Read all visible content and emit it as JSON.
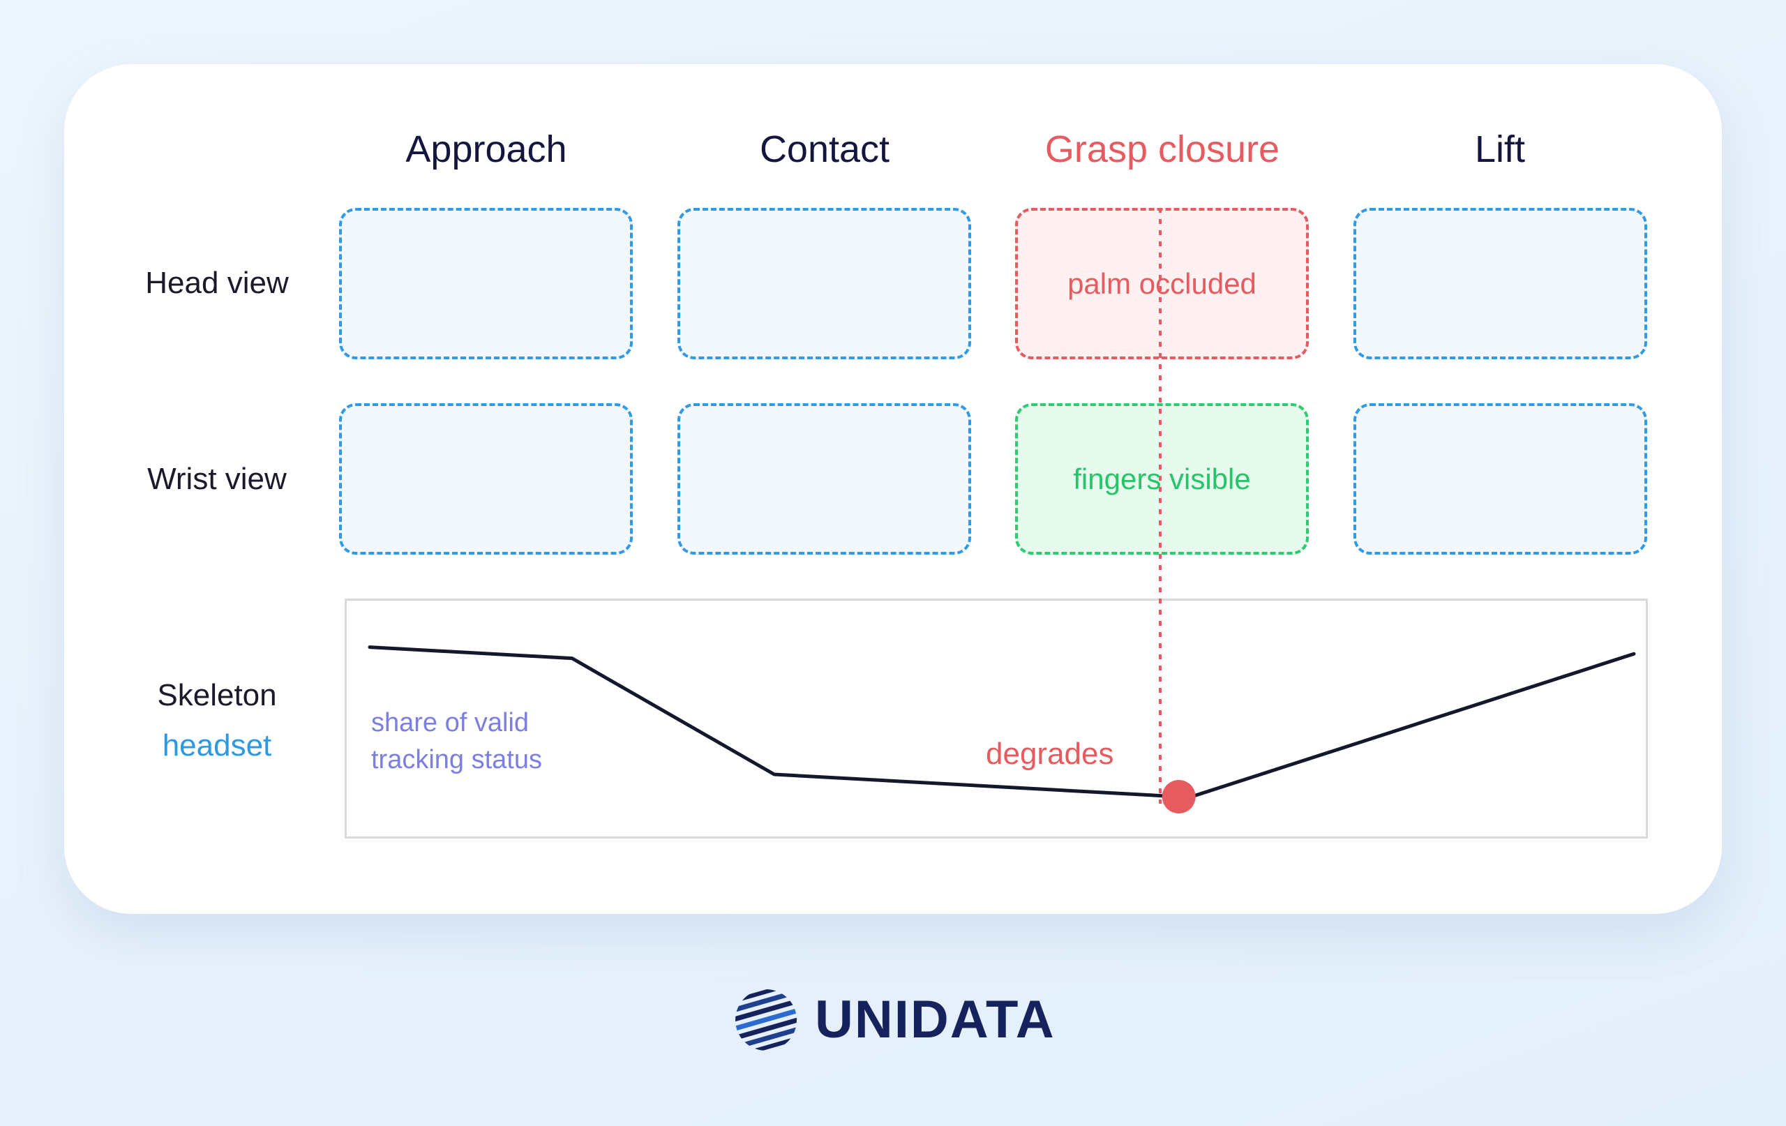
{
  "columns": [
    {
      "label": "Approach",
      "highlight": false
    },
    {
      "label": "Contact",
      "highlight": false
    },
    {
      "label": "Grasp closure",
      "highlight": true
    },
    {
      "label": "Lift",
      "highlight": false
    }
  ],
  "rows": {
    "head_view": "Head view",
    "wrist_view": "Wrist view",
    "skeleton_line1": "Skeleton",
    "skeleton_line2": "headset"
  },
  "cells": {
    "head_grasp_note": "palm occluded",
    "wrist_grasp_note": "fingers visible"
  },
  "chart_data": {
    "type": "line",
    "x": [
      0,
      0.16,
      0.32,
      0.48,
      0.64,
      0.65,
      1.0
    ],
    "values": [
      0.82,
      0.77,
      0.25,
      0.2,
      0.15,
      0.15,
      0.79
    ],
    "series_label": "share of valid tracking status",
    "series_label_lines": [
      "share of valid",
      "tracking status"
    ],
    "annotation": "degrades",
    "marker_index": 4,
    "line_color": "#14182d",
    "annotation_color": "#e55b5f",
    "label_color": "#7b7fe0"
  },
  "colors": {
    "accent_blue": "#2f9be6",
    "accent_red": "#e55b5f",
    "accent_green": "#2ecc71",
    "text_dark": "#14163f"
  },
  "brand": {
    "name": "UNIDATA",
    "icon": "globe-stripes-icon"
  }
}
